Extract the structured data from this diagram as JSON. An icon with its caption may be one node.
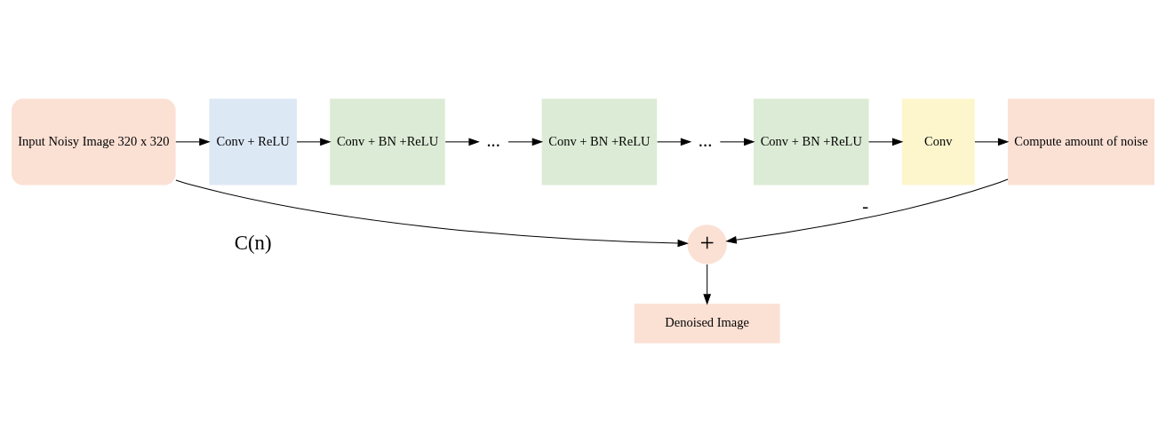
{
  "diagram": {
    "nodes": [
      {
        "text": [
          "Input Noisy Image 320 x 320"
        ]
      },
      {
        "text": [
          "Conv + ReLU"
        ]
      },
      {
        "text": [
          "Conv + BN +ReLU"
        ]
      },
      {
        "text": [
          "..."
        ]
      },
      {
        "text": [
          "Conv + BN +ReLU"
        ]
      },
      {
        "text": [
          "..."
        ]
      },
      {
        "text": [
          "Conv + BN +ReLU"
        ]
      },
      {
        "text": [
          "Conv"
        ]
      },
      {
        "text": [
          "Compute amount of noise"
        ]
      },
      {
        "text": [
          "+"
        ]
      },
      {
        "text": [
          "Denoised Image"
        ]
      }
    ],
    "edges": [
      {
        "from": 0,
        "to": 1,
        "arrow": "to"
      },
      {
        "from": 1,
        "to": 2,
        "arrow": "to"
      },
      {
        "from": 2,
        "to": 3,
        "arrow": "to"
      },
      {
        "from": 3,
        "to": 4,
        "arrow": "to"
      },
      {
        "from": 4,
        "to": 5,
        "arrow": "to"
      },
      {
        "from": 5,
        "to": 6,
        "arrow": "to"
      },
      {
        "from": 6,
        "to": 7,
        "arrow": "to"
      },
      {
        "from": 7,
        "to": 8,
        "arrow": "to"
      },
      {
        "from": 0,
        "to": 9,
        "arrow": "to"
      },
      {
        "from": 8,
        "to": 9,
        "arrow": "to",
        "label": "-"
      },
      {
        "from": 9,
        "to": 10,
        "arrow": "to"
      }
    ],
    "labels": [
      "C(n)"
    ]
  }
}
